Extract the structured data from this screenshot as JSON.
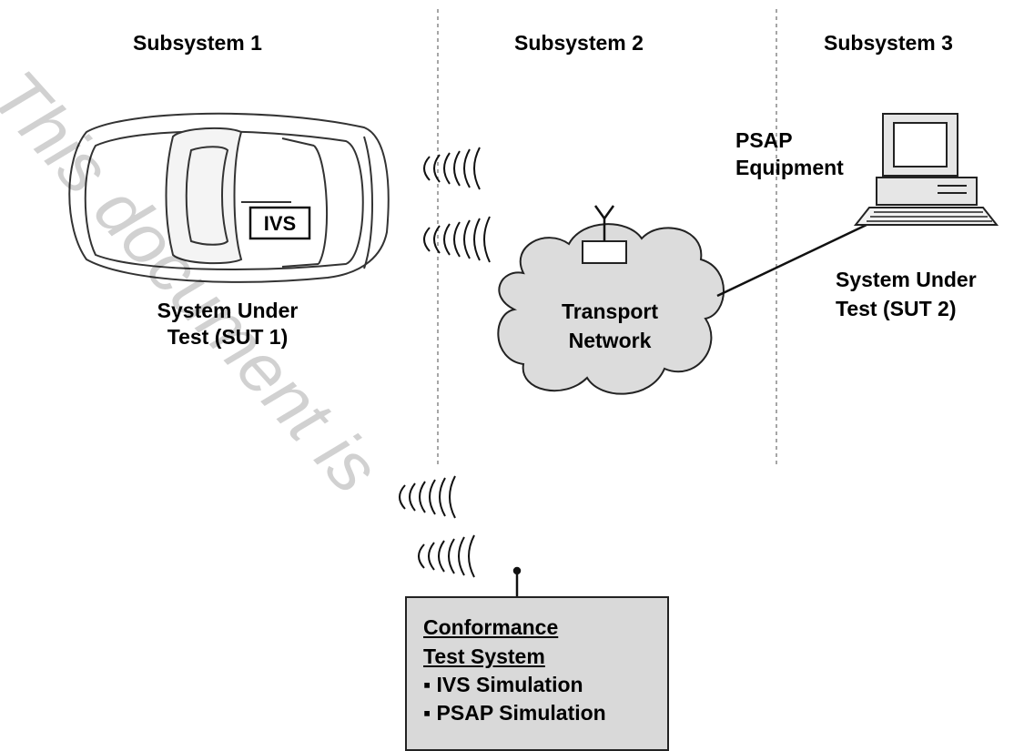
{
  "headers": {
    "subsystem1": "Subsystem 1",
    "subsystem2": "Subsystem 2",
    "subsystem3": "Subsystem 3"
  },
  "car": {
    "ivs_label": "IVS",
    "sut_line1": "System Under",
    "sut_line2": "Test (SUT 1)"
  },
  "network": {
    "line1": "Transport",
    "line2": "Network"
  },
  "psap": {
    "label_line1": "PSAP",
    "label_line2": "Equipment",
    "sut_line1": "System Under",
    "sut_line2": "Test (SUT 2)"
  },
  "conformance": {
    "title_line1": "Conformance",
    "title_line2": "Test System",
    "items": [
      "IVS Simulation",
      "PSAP Simulation"
    ],
    "bullet": "▪"
  },
  "watermark": "This document is"
}
